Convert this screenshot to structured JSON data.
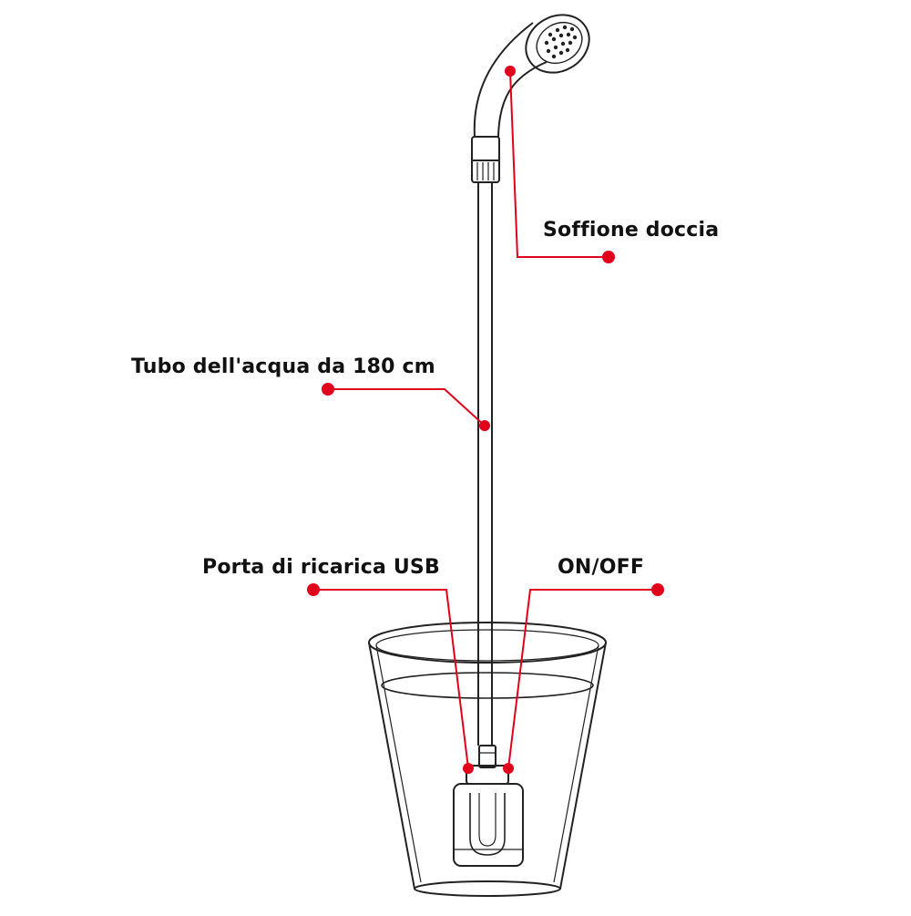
{
  "labels": {
    "showerhead": "Soffione doccia",
    "hose": "Tubo dell'acqua da 180 cm",
    "usb_port": "Porta di ricarica USB",
    "on_off": "ON/OFF"
  },
  "colors": {
    "callout": "#e0001b",
    "outline": "#222222",
    "label_text": "#111111"
  },
  "icons": {
    "device": "portable-shower-illustration",
    "container": "bucket-icon"
  }
}
